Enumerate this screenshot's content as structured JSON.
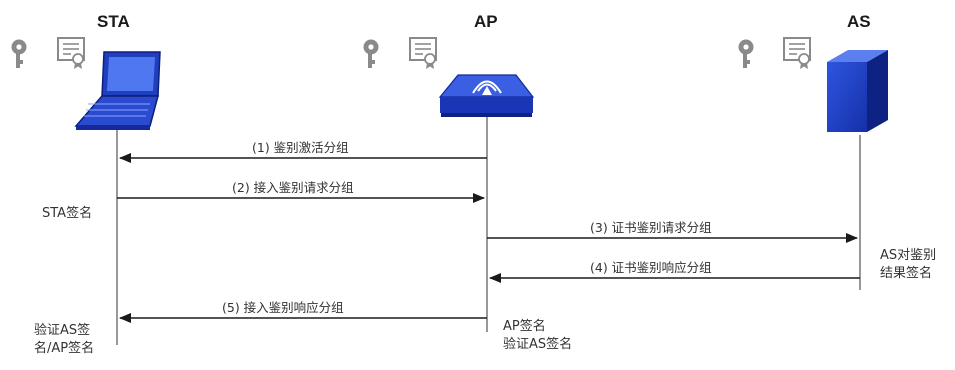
{
  "entities": {
    "sta": "STA",
    "ap": "AP",
    "as": "AS"
  },
  "messages": [
    "(1) 鉴别激活分组",
    "(2) 接入鉴别请求分组",
    "(3) 证书鉴别请求分组",
    "(4) 证书鉴别响应分组",
    "(5) 接入鉴别响应分组"
  ],
  "notes": {
    "sta_sign": "STA签名",
    "sta_verify_line1": "验证AS签",
    "sta_verify_line2": "名/AP签名",
    "ap_sign_line1": "AP签名",
    "ap_sign_line2": "验证AS签名",
    "as_sign_line1": "AS对鉴别",
    "as_sign_line2": "结果签名"
  },
  "icons": [
    "key-icon",
    "certificate-icon",
    "laptop-icon",
    "access-point-icon",
    "server-icon"
  ],
  "colors": {
    "device_blue": "#1f3fbf",
    "line": "#555555",
    "arrow": "#1a1a1a",
    "icon_gray": "#8a8a8a"
  }
}
